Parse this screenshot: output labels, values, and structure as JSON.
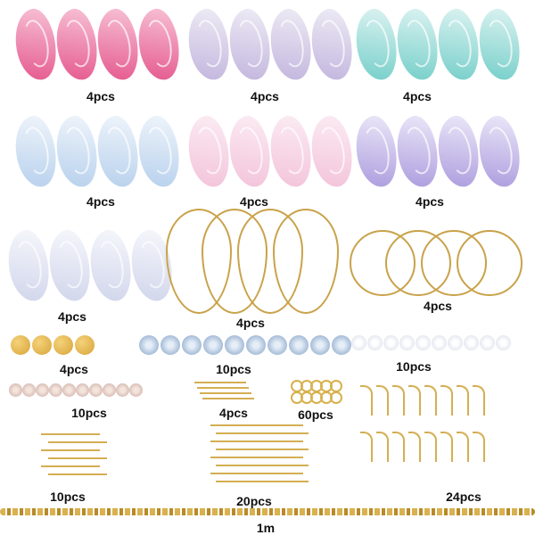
{
  "groups": [
    {
      "id": "g1",
      "kind": "wings",
      "label": "4pcs",
      "colors": [
        "#e03a7a",
        "#f7b9cf"
      ],
      "count": 4
    },
    {
      "id": "g2",
      "kind": "wings",
      "label": "4pcs",
      "colors": [
        "#b8a8d8",
        "#eceaf4"
      ],
      "count": 4
    },
    {
      "id": "g3",
      "kind": "wings",
      "label": "4pcs",
      "colors": [
        "#5cc6c0",
        "#d8f2f0"
      ],
      "count": 4
    },
    {
      "id": "g4",
      "kind": "wings",
      "label": "4pcs",
      "colors": [
        "#aac8ea",
        "#eef4fb"
      ],
      "count": 4
    },
    {
      "id": "g5",
      "kind": "wings",
      "label": "4pcs",
      "colors": [
        "#f2b8d4",
        "#fbeaf2"
      ],
      "count": 4
    },
    {
      "id": "g6",
      "kind": "wings",
      "label": "4pcs",
      "colors": [
        "#9c8ad8",
        "#eae6f8"
      ],
      "count": 4
    },
    {
      "id": "g7",
      "kind": "wings",
      "label": "4pcs",
      "colors": [
        "#c8cee8",
        "#f6f7fc"
      ],
      "count": 4
    },
    {
      "id": "g8",
      "kind": "teardrop-hoops",
      "label": "4pcs",
      "colors": [
        "#c9a24a"
      ],
      "count": 4
    },
    {
      "id": "g9",
      "kind": "round-hoops",
      "label": "4pcs",
      "colors": [
        "#c9a24a"
      ],
      "count": 4
    },
    {
      "id": "g10",
      "kind": "gold-charms",
      "label": "4pcs",
      "colors": [
        "#d6a43a"
      ],
      "count": 4
    },
    {
      "id": "g11",
      "kind": "blue-beads",
      "label": "10pcs",
      "colors": [
        "#7f9ec4"
      ],
      "count": 10
    },
    {
      "id": "g12",
      "kind": "clear-beads",
      "label": "10pcs",
      "colors": [
        "#d4dae6"
      ],
      "count": 10
    },
    {
      "id": "g13",
      "kind": "rose-beads",
      "label": "10pcs",
      "colors": [
        "#c9a7a0"
      ],
      "count": 10
    },
    {
      "id": "g14",
      "kind": "pins",
      "label": "4pcs",
      "colors": [
        "#d4ae52"
      ],
      "count": 4
    },
    {
      "id": "g15",
      "kind": "jump-rings",
      "label": "60pcs",
      "colors": [
        "#d8b04c"
      ],
      "count": 10
    },
    {
      "id": "g16",
      "kind": "head-pins",
      "label": "10pcs",
      "colors": [
        "#d4ae52"
      ],
      "count": 6
    },
    {
      "id": "g17",
      "kind": "eye-pins",
      "label": "20pcs",
      "colors": [
        "#d4ae52"
      ],
      "count": 8
    },
    {
      "id": "g18",
      "kind": "ear-hooks",
      "label": "24pcs",
      "colors": [
        "#d4ae52"
      ],
      "count": 16
    },
    {
      "id": "g19",
      "kind": "chain",
      "label": "1m",
      "colors": [
        "#d9b14e"
      ],
      "count": 1
    }
  ]
}
